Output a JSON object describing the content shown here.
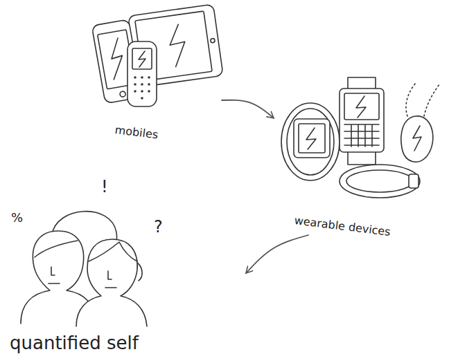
{
  "diagram": {
    "nodes": [
      {
        "text": [
          "mobiles"
        ]
      },
      {
        "text": [
          "wearable devices"
        ]
      },
      {
        "text": [
          "quantified self"
        ]
      }
    ],
    "edges": [
      {
        "from": 0,
        "to": 1,
        "arrow": "to"
      },
      {
        "from": 1,
        "to": 2,
        "arrow": "to"
      }
    ],
    "labels": [
      "%",
      "!",
      "?"
    ]
  }
}
